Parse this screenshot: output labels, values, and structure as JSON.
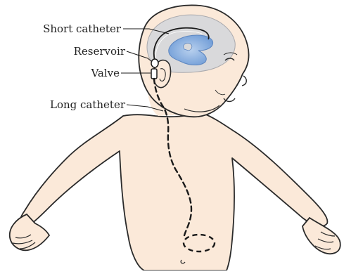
{
  "labels": {
    "short_catheter": "Short catheter",
    "reservoir": "Reservoir",
    "valve": "Valve",
    "long_catheter": "Long catheter"
  },
  "colors": {
    "skin": "#fbe9d9",
    "outline": "#2a2a2a",
    "brain": "#d9d9db",
    "ventricle": "#7fa9dd",
    "catheter": "#1a1a1a"
  }
}
